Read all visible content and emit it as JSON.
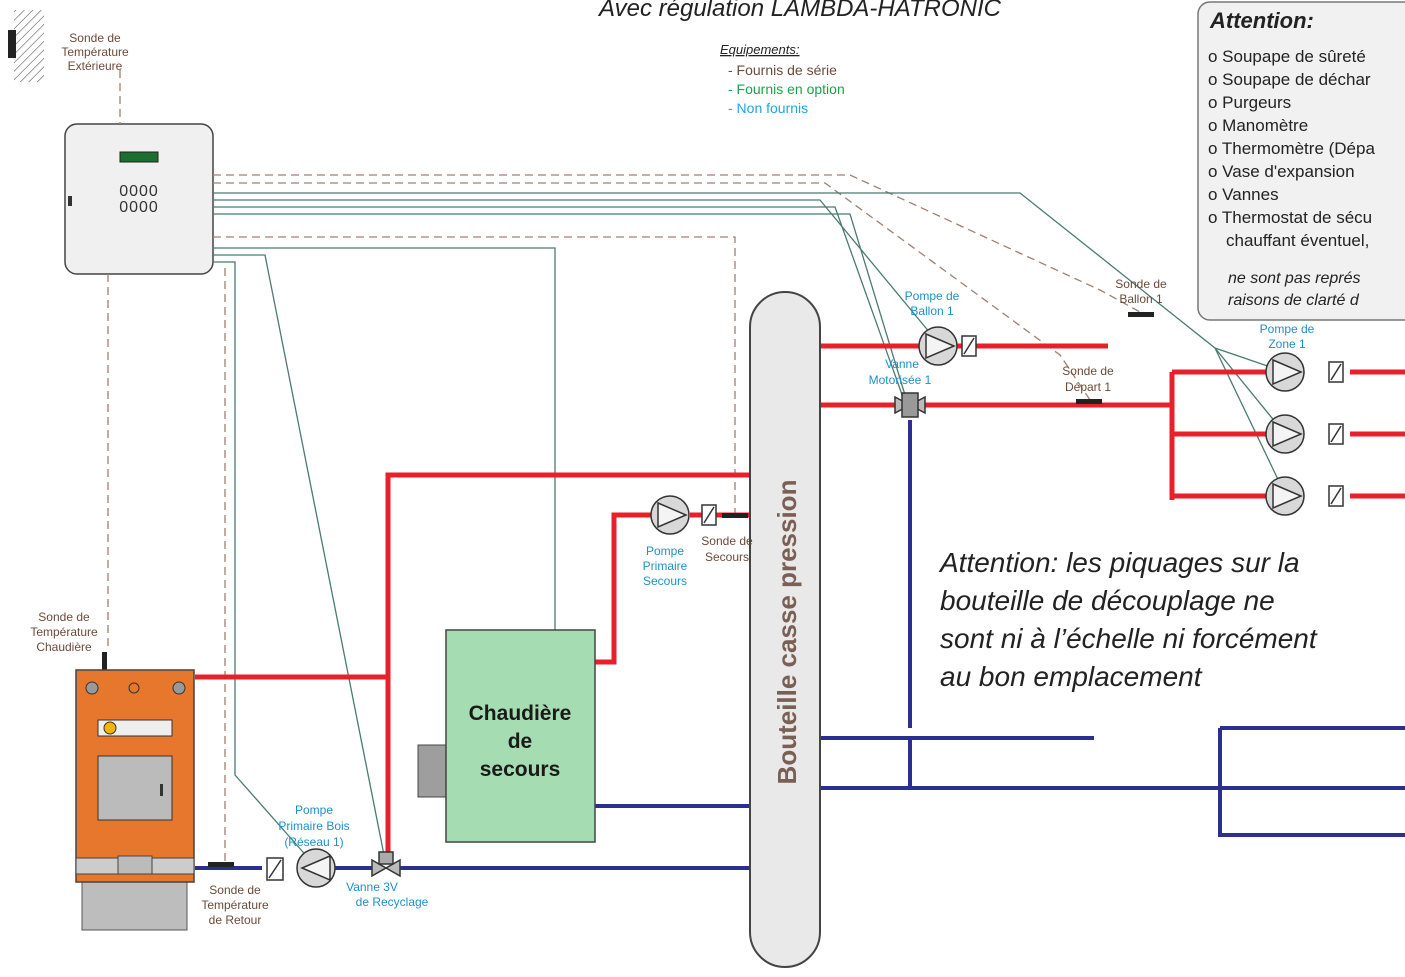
{
  "title": "Avec régulation LAMBDA-HATRONIC",
  "equipements": {
    "heading": "Equipements:",
    "items": [
      {
        "text": "- Fournis de série",
        "color": "#6b4a3a"
      },
      {
        "text": "- Fournis en option",
        "color": "#19a34a"
      },
      {
        "text": "- Non fournis",
        "color": "#1ca8e0"
      }
    ]
  },
  "attention_box": {
    "title": "Attention:",
    "items": [
      "o Soupape de sûreté",
      "o Soupape de déchar",
      "o Purgeurs",
      "o Manomètre",
      "o Thermomètre (Dépa",
      "o Vase d'expansion",
      "o Vannes",
      "o Thermostat de sécu",
      "chauffant éventuel,"
    ],
    "note_lines": [
      "ne sont pas représ",
      "raisons de clarté d"
    ]
  },
  "labels": {
    "sonde_ext": [
      "Sonde de",
      "Température",
      "Extérieure"
    ],
    "sonde_chaudiere": [
      "Sonde de",
      "Température",
      "Chaudière"
    ],
    "sonde_retour": [
      "Sonde de",
      "Température",
      "de Retour"
    ],
    "sonde_secours": [
      "Sonde de",
      "Secours"
    ],
    "sonde_ballon": [
      "Sonde de",
      "Ballon 1"
    ],
    "sonde_depart": [
      "Sonde de",
      "Départ 1"
    ],
    "pompe_ballon": [
      "Pompe de",
      "Ballon 1"
    ],
    "vanne_motorisee": [
      "Vanne",
      "Motorisée 1"
    ],
    "pompe_zone": [
      "Pompe de",
      "Zone 1"
    ],
    "pompe_primaire_secours": [
      "Pompe",
      "Primaire",
      "Secours"
    ],
    "pompe_primaire_bois": [
      "Pompe",
      "Primaire Bois",
      "(Réseau 1)"
    ],
    "vanne_3v": [
      "Vanne 3V",
      "de Recyclage"
    ]
  },
  "chaudiere_secours": [
    "Chaudière",
    "de",
    "secours"
  ],
  "bouteille": "Bouteille casse pression",
  "warning": [
    "Attention: les piquages sur la",
    "bouteille de découplage ne",
    "sont ni à l’échelle ni forcément",
    "au bon emplacement"
  ],
  "controller_keys": "0000\n0000",
  "colors": {
    "hot": "#e8202a",
    "cold": "#2b2f8f",
    "chaudiere_secours": "#a6dcb2",
    "chaudiere_bois": "#e8772e",
    "text": "#6b4a3a",
    "blue_label": "#1e90c8"
  }
}
